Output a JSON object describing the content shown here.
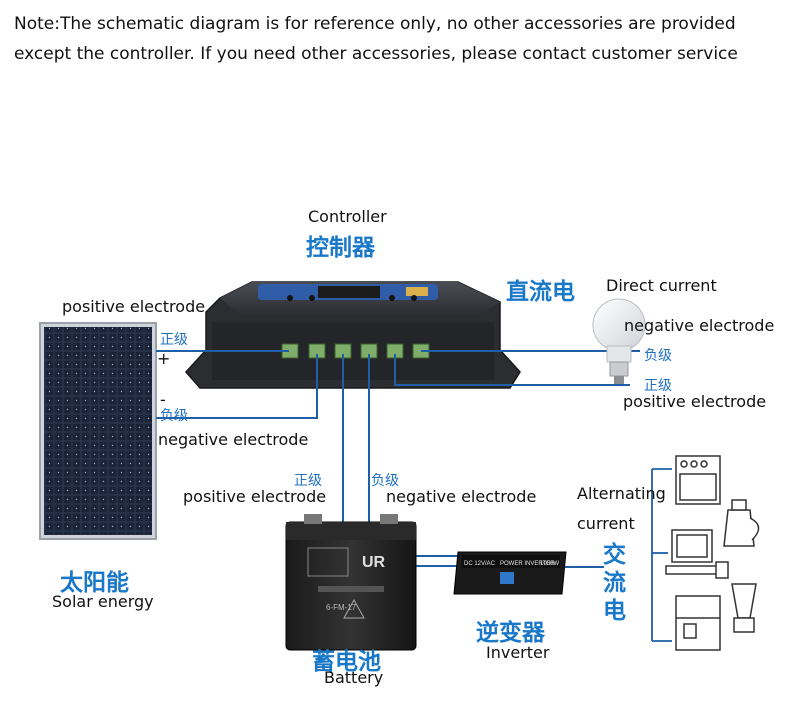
{
  "note": {
    "line1": "Note:The schematic diagram is for reference only, no other accessories are provided",
    "line2": "except the controller. If you need other accessories, please contact customer service"
  },
  "controller": {
    "en": "Controller",
    "cn": "控制器"
  },
  "solar": {
    "cn": "太阳能",
    "en": "Solar energy",
    "pos_label": "positive electrode",
    "pos_sign": "+",
    "pos_cn": "正级",
    "neg_sign": "-",
    "neg_cn": "负级",
    "neg_label": "negative electrode"
  },
  "dc": {
    "cn": "直流电",
    "en": "Direct current",
    "neg_label": "negative electrode",
    "neg_cn": "负级",
    "pos_cn": "正级",
    "pos_label": "positive electrode"
  },
  "battery": {
    "pos_cn": "正级",
    "neg_cn": "负级",
    "pos_label": "positive electrode",
    "neg_label": "negative electrode",
    "cn": "蓄电池",
    "en": "Battery",
    "brand_text": "UR",
    "model_text": "6-FM-17"
  },
  "inverter": {
    "cn": "逆变器",
    "en": "Inverter",
    "label_left": "DC 12V/AC",
    "label_center": "POWER INVERTER",
    "label_right": "1000W"
  },
  "ac": {
    "en_line1": "Alternating",
    "en_line2": "current",
    "cn_chars": [
      "交",
      "流",
      "电"
    ]
  },
  "colors": {
    "wire": "#1e5fa8",
    "accent_blue": "#1a78c8",
    "controller_body": "#2b2d31",
    "terminal": "#7fae6a"
  }
}
